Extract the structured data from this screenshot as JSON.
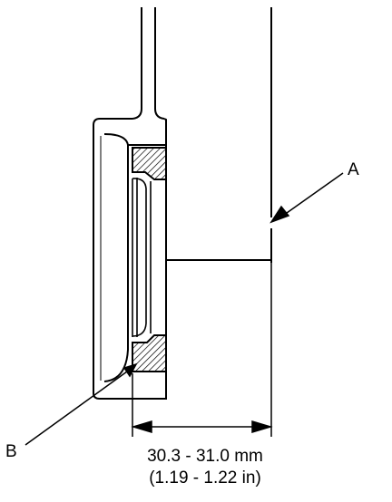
{
  "callouts": {
    "a": "A",
    "b": "B"
  },
  "dimension": {
    "metric": "30.3 - 31.0 mm",
    "imperial": "(1.19 - 1.22 in)"
  },
  "colors": {
    "line": "#000000",
    "background": "#ffffff"
  }
}
